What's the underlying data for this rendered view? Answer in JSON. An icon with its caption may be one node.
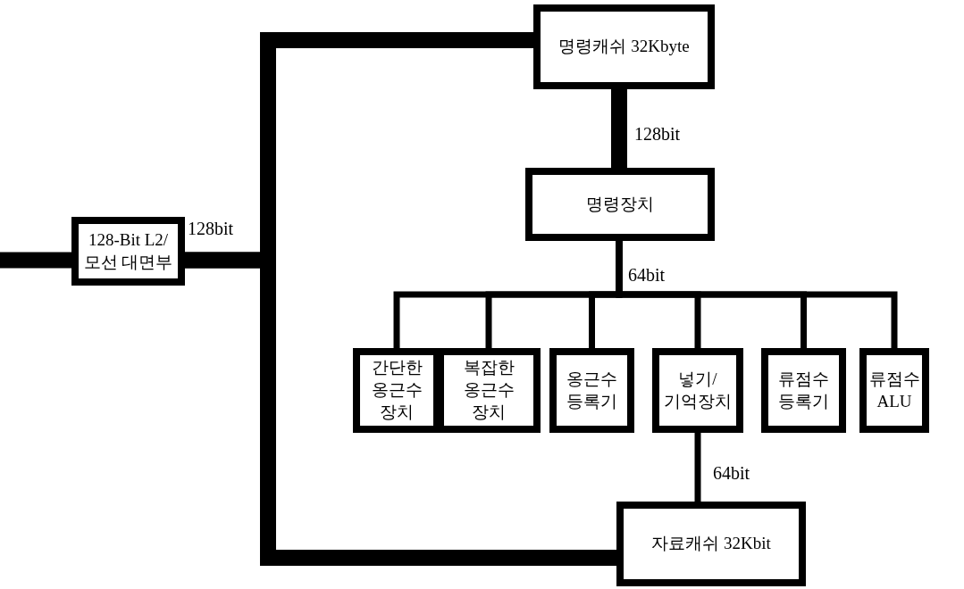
{
  "diagram": {
    "nodes": [
      {
        "text": [
          "128-Bit L2/모선 대면부"
        ]
      },
      {
        "text": [
          "명령캐쉬 32Kbyte"
        ]
      },
      {
        "text": [
          "명령장치"
        ]
      },
      {
        "text": [
          "간단한 옹근수 장치"
        ]
      },
      {
        "text": [
          "복잡한 옹근수 장치"
        ]
      },
      {
        "text": [
          "옹근수 등록기"
        ]
      },
      {
        "text": [
          "넣기/기억장치"
        ]
      },
      {
        "text": [
          "류점수 등록기"
        ]
      },
      {
        "text": [
          "류점수 ALU"
        ]
      },
      {
        "text": [
          "자료캐쉬 32Kbit"
        ]
      }
    ],
    "edges": [
      {
        "from": null,
        "to": 0,
        "arrow": "none",
        "style": "thick"
      },
      {
        "from": 0,
        "to": 1,
        "arrow": "none",
        "style": "thick",
        "label": "128bit"
      },
      {
        "from": 0,
        "to": 9,
        "arrow": "none",
        "style": "thick"
      },
      {
        "from": 1,
        "to": 2,
        "arrow": "none",
        "style": "thick",
        "label": "128bit"
      },
      {
        "from": 2,
        "to": 3,
        "arrow": "none",
        "label": "64bit"
      },
      {
        "from": 2,
        "to": 4,
        "arrow": "none"
      },
      {
        "from": 2,
        "to": 5,
        "arrow": "none"
      },
      {
        "from": 2,
        "to": 6,
        "arrow": "none"
      },
      {
        "from": 2,
        "to": 7,
        "arrow": "none"
      },
      {
        "from": 2,
        "to": 8,
        "arrow": "none"
      },
      {
        "from": 6,
        "to": 9,
        "arrow": "none",
        "label": "64bit"
      }
    ]
  }
}
